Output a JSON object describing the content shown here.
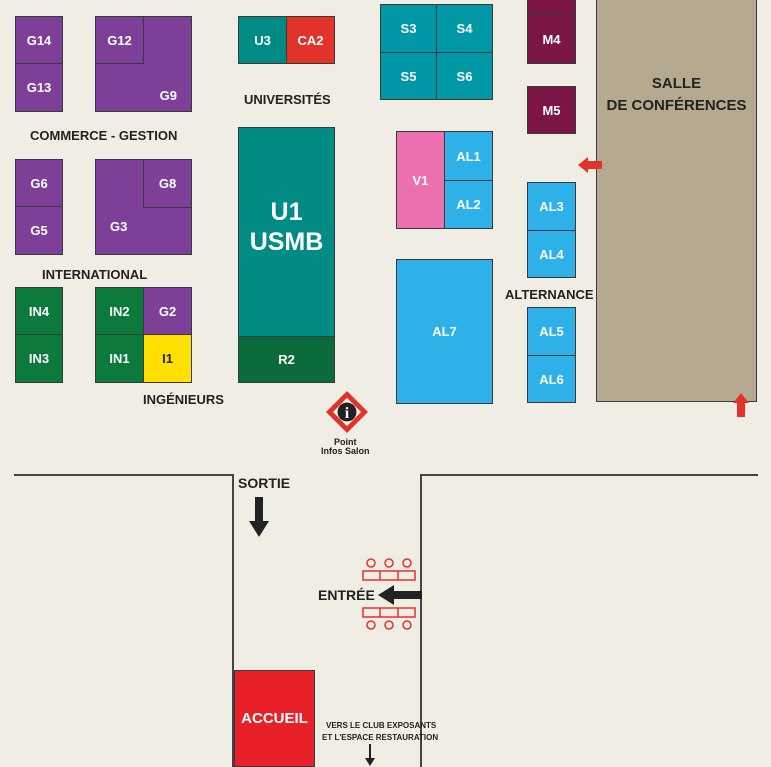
{
  "stands": {
    "g14": "G14",
    "g13": "G13",
    "g12": "G12",
    "g9": "G9",
    "g6": "G6",
    "g5": "G5",
    "g8": "G8",
    "g3": "G3",
    "in4": "IN4",
    "in3": "IN3",
    "in2": "IN2",
    "in1": "IN1",
    "g2": "G2",
    "i1": "I1",
    "u3": "U3",
    "ca2": "CA2",
    "u1_line1": "U1",
    "u1_line2": "USMB",
    "r2": "R2",
    "s3": "S3",
    "s4": "S4",
    "s5": "S5",
    "s6": "S6",
    "m4": "M4",
    "m5": "M5",
    "v1": "V1",
    "al1": "AL1",
    "al2": "AL2",
    "al3": "AL3",
    "al4": "AL4",
    "al5": "AL5",
    "al6": "AL6",
    "al7": "AL7"
  },
  "labels": {
    "commerce": "COMMERCE - GESTION",
    "international": "INTERNATIONAL",
    "universites": "UNIVERSITÉS",
    "ingenieurs": "INGÉNIEURS",
    "alternance": "ALTERNANCE",
    "salle_line1": "SALLE",
    "salle_line2": "DE CONFÉRENCES",
    "info_line1": "Point",
    "info_line2": "Infos Salon",
    "sortie": "SORTIE",
    "entree": "ENTRÉE",
    "accueil": "ACCUEIL",
    "vers_line1": "VERS LE CLUB EXPOSANTS",
    "vers_line2": "ET L'ESPACE RESTAURATION",
    "info_symbol": "i"
  },
  "colors": {
    "commerce": "#7d3f98",
    "ingenieurs": "#0c7a3c",
    "universites": "#008c84",
    "cyan": "#0097a7",
    "alternance": "#2eb0e8",
    "maroon": "#7a1545",
    "pink": "#ec6fb0",
    "yellow": "#ffe000",
    "red": "#e2332a",
    "salle": "#b5aa90",
    "background": "#f0ede4"
  }
}
